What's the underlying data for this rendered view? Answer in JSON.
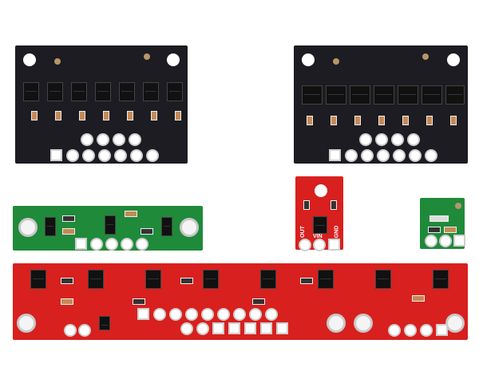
{
  "scene": {
    "description": "Product photo of reflectance sensor boards on a white background",
    "background_color": "#ffffff"
  },
  "boards": [
    {
      "id": "black-7ch-left",
      "color": "#1c1c22",
      "sensors": 7,
      "pins": 11
    },
    {
      "id": "black-7ch-right",
      "color": "#1c1c22",
      "sensors": 7,
      "pins": 11
    },
    {
      "id": "green-3ch",
      "color": "#1f8a3a",
      "sensors": 3,
      "pins": 5
    },
    {
      "id": "red-1ch",
      "color": "#d8201e",
      "sensors": 1,
      "pins": 3,
      "labels": [
        "OUT",
        "VIN",
        "GND"
      ]
    },
    {
      "id": "green-1ch",
      "color": "#1f8a3a",
      "sensors": 1,
      "pins": 3
    },
    {
      "id": "red-8ch",
      "color": "#d8201e",
      "sensors": 8,
      "pins": 19
    }
  ],
  "silkscreen": {
    "out": "OUT",
    "vin": "VIN",
    "gnd": "GND"
  }
}
